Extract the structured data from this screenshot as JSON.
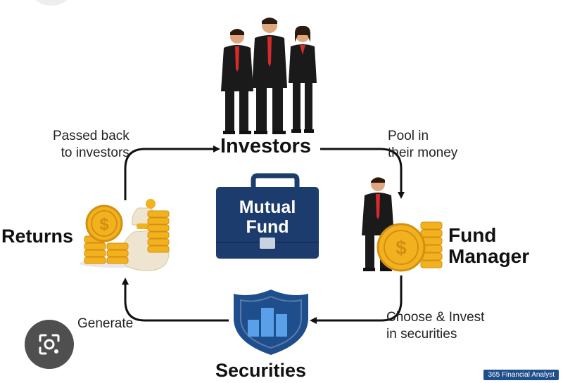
{
  "nodes": {
    "investors": "Investors",
    "fund_manager_line1": "Fund",
    "fund_manager_line2": "Manager",
    "securities": "Securities",
    "returns": "Returns",
    "mutual_fund_line1": "Mutual",
    "mutual_fund_line2": "Fund"
  },
  "flows": {
    "pool_line1": "Pool in",
    "pool_line2": "their money",
    "choose_line1": "Choose & Invest",
    "choose_line2": "in securities",
    "generate": "Generate",
    "passed_line1": "Passed back",
    "passed_line2": "to investors"
  },
  "branding": {
    "badge": "365 Financial Analyst"
  },
  "colors": {
    "navy": "#1c3c6e",
    "gold": "#f2b21f",
    "gold_dark": "#d48f10",
    "suit": "#1a1a1a",
    "tie": "#d62b2b",
    "shield": "#1f4e8c",
    "building": "#5aa0e8"
  },
  "icons": [
    "image-search-icon"
  ]
}
